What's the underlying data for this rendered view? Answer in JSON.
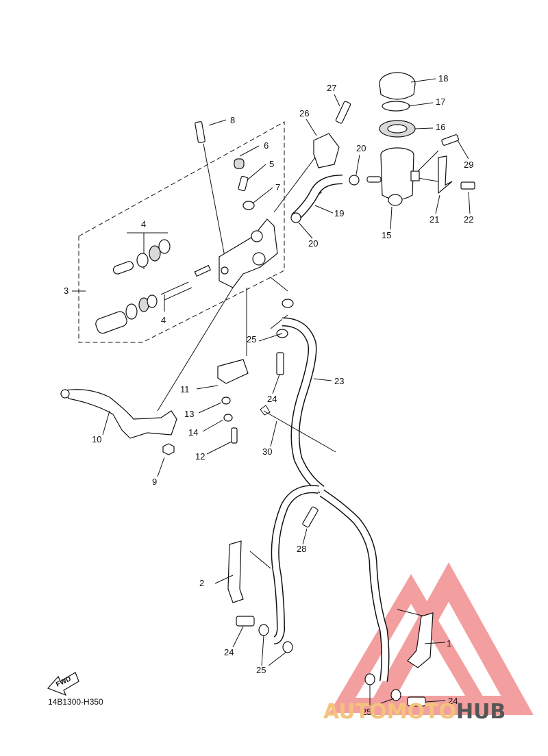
{
  "diagram_code": "14B1300-H350",
  "fwd_label": "FWD",
  "watermark": {
    "part1": "AUTOMOTO",
    "part2": "HUB",
    "color_red": "#f08080",
    "color_orange": "#f4c27a",
    "color_gray": "#555555"
  },
  "parts": [
    "1",
    "2",
    "3",
    "4",
    "4",
    "5",
    "6",
    "7",
    "8",
    "9",
    "10",
    "11",
    "12",
    "13",
    "14",
    "15",
    "16",
    "17",
    "18",
    "19",
    "20",
    "20",
    "21",
    "22",
    "23",
    "24",
    "24",
    "24",
    "25",
    "25",
    "25",
    "26",
    "27",
    "28",
    "29",
    "30"
  ]
}
